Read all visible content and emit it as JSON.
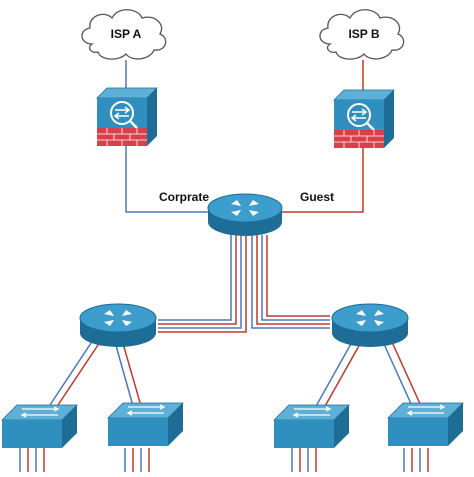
{
  "colors": {
    "background": "#ffffff",
    "corporate_link": "#4a78c0",
    "guest_link": "#c0392b",
    "device_blue": "#2f8fbf",
    "device_blue_dark": "#1d6d97",
    "firewall_wall": "#d8414b",
    "cloud_stroke": "#555555"
  },
  "clouds": [
    {
      "label": "ISP A"
    },
    {
      "label": "ISP B"
    }
  ],
  "links": {
    "corporate_label": "Corprate",
    "guest_label": "Guest"
  },
  "devices": {
    "firewalls": [
      "firewall-a",
      "firewall-b"
    ],
    "routers": [
      "core-router",
      "distribution-router-left",
      "distribution-router-right"
    ],
    "switches": [
      "access-switch-1",
      "access-switch-2",
      "access-switch-3",
      "access-switch-4"
    ]
  },
  "icons": [
    "cloud-icon",
    "firewall-icon",
    "router-icon",
    "switch-icon"
  ]
}
